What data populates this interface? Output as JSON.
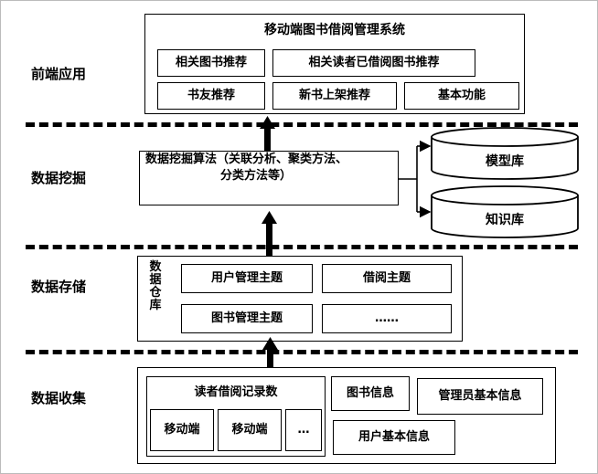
{
  "layers": {
    "frontend": "前端应用",
    "mining": "数据挖掘",
    "storage": "数据存储",
    "collection": "数据收集"
  },
  "frontend": {
    "title": "移动端图书借阅管理系统",
    "items": [
      "相关图书推荐",
      "相关读者已借阅图书推荐",
      "书友推荐",
      "新书上架推荐",
      "基本功能"
    ]
  },
  "mining": {
    "algorithm_line1": "数据挖掘算法（关联分析、聚类方法、",
    "algorithm_line2": "分类方法等）",
    "model_db": "模型库",
    "knowledge_db": "知识库"
  },
  "storage": {
    "warehouse_chars": [
      "数",
      "据",
      "仓",
      "库"
    ],
    "items": [
      "用户管理主题",
      "借阅主题",
      "图书管理主题",
      "……"
    ]
  },
  "collection": {
    "reader_records": "读者借阅记录数",
    "mobile1": "移动端",
    "mobile2": "移动端",
    "more": "…",
    "book_info": "图书信息",
    "admin_info": "管理员基本信息",
    "user_info": "用户基本信息"
  }
}
